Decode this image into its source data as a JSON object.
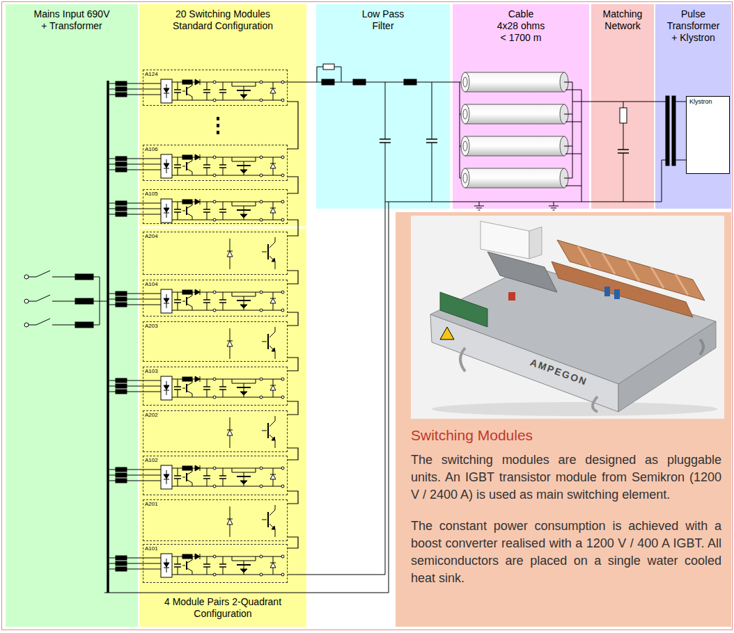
{
  "diagram": {
    "nodes": [
      {
        "text": [
          "Mains Input 690V + Transformer"
        ]
      },
      {
        "text": [
          "20 Switching Modules Standard Configuration",
          "4 Module Pairs 2-Quadrant Configuration"
        ]
      },
      {
        "text": [
          "Low Pass Filter"
        ]
      },
      {
        "text": [
          "Cable 4x28 ohms < 1700 m"
        ]
      },
      {
        "text": [
          "Matching Network"
        ]
      },
      {
        "text": [
          "Pulse Transformer + Klystron"
        ]
      },
      {
        "text": [
          "Klystron"
        ],
        "in": 5
      },
      {
        "text": [
          "A124"
        ],
        "in": 1
      },
      {
        "text": [
          "A106"
        ],
        "in": 1
      },
      {
        "text": [
          "A105"
        ],
        "in": 1
      },
      {
        "text": [
          "A204"
        ],
        "in": 1
      },
      {
        "text": [
          "A104"
        ],
        "in": 1
      },
      {
        "text": [
          "A203"
        ],
        "in": 1
      },
      {
        "text": [
          "A103"
        ],
        "in": 1
      },
      {
        "text": [
          "A202"
        ],
        "in": 1
      },
      {
        "text": [
          "A102"
        ],
        "in": 1
      },
      {
        "text": [
          "A201"
        ],
        "in": 1
      },
      {
        "text": [
          "A101"
        ],
        "in": 1
      },
      {
        "text": [
          "Switching Modules",
          "The switching modules are designed as pluggable units. An IGBT transistor module from Semikron (1200 V / 2400 A) is used as main switching element.",
          "The constant power consumption is achieved with a boost converter realised with a 1200 V / 400 A IGBT. All semiconductors are placed on a single water cooled heat sink."
        ]
      }
    ],
    "edges": [
      {
        "from": 7,
        "to": 8,
        "arrow": "none"
      },
      {
        "from": 8,
        "to": 9,
        "arrow": "none"
      },
      {
        "from": 9,
        "to": 10,
        "arrow": "none"
      },
      {
        "from": 10,
        "to": 11,
        "arrow": "none"
      },
      {
        "from": 11,
        "to": 12,
        "arrow": "none"
      },
      {
        "from": 12,
        "to": 13,
        "arrow": "none"
      },
      {
        "from": 13,
        "to": 14,
        "arrow": "none"
      },
      {
        "from": 14,
        "to": 15,
        "arrow": "none"
      },
      {
        "from": 15,
        "to": 16,
        "arrow": "none"
      },
      {
        "from": 16,
        "to": 17,
        "arrow": "none"
      }
    ],
    "labels": [
      "AMPEGON"
    ]
  }
}
